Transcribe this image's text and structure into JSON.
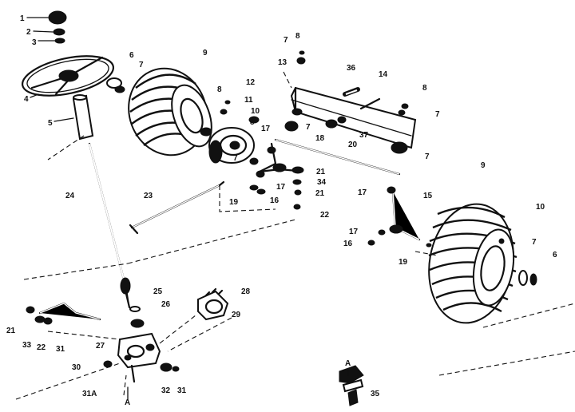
{
  "labels": {
    "l1": "1",
    "l2": "2",
    "l3": "3",
    "l4": "4",
    "l5": "5",
    "l6a": "6",
    "l7a": "7",
    "l9a": "9",
    "l8a": "8",
    "l12": "12",
    "l11": "11",
    "l10a": "10",
    "l8b": "8",
    "l7b": "7",
    "l8c": "8",
    "l13": "13",
    "l36": "36",
    "l14": "14",
    "l8d": "8",
    "l7c": "7",
    "l7d": "7",
    "l17a": "17",
    "l18": "18",
    "l37": "37",
    "l20": "20",
    "l7e": "7",
    "l7f": "7",
    "l21a": "21",
    "l34": "34",
    "l17b": "17",
    "l21b": "21",
    "l19a": "19",
    "l16a": "16",
    "l22a": "22",
    "l23": "23",
    "l24": "24",
    "l9b": "9",
    "l17c": "17",
    "l15": "15",
    "l10b": "10",
    "l17d": "17",
    "l16b": "16",
    "l19b": "19",
    "l7g": "7",
    "l6b": "6",
    "l25": "25",
    "l26": "26",
    "l28": "28",
    "l29": "29",
    "l21c": "21",
    "l33": "33",
    "l22b": "22",
    "l31a": "31",
    "l27": "27",
    "l30": "30",
    "l31A": "31A",
    "lA1": "A",
    "l32": "32",
    "l31b": "31",
    "lA2": "A",
    "l35": "35"
  }
}
